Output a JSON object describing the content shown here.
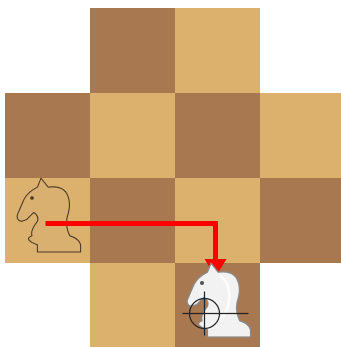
{
  "board": {
    "rows": [
      [
        null,
        "dark",
        "light",
        null
      ],
      [
        "dark",
        "light",
        "dark",
        "light"
      ],
      [
        "light",
        "dark",
        "light",
        "dark"
      ],
      [
        null,
        "light",
        "dark",
        null
      ]
    ],
    "colors": {
      "light": "#dcb06d",
      "dark": "#a87850"
    }
  },
  "pieces": [
    {
      "id": "ghost-knight",
      "type": "knight",
      "color": "ghost",
      "row": 2,
      "col": 0
    },
    {
      "id": "white-knight",
      "type": "knight",
      "color": "white",
      "row": 3,
      "col": 2
    }
  ],
  "move_arrow": {
    "from": {
      "row": 2,
      "col": 0
    },
    "corner": {
      "row": 2,
      "col": 2
    },
    "to": {
      "row": 3,
      "col": 2
    },
    "color": "#ff0000"
  },
  "target_marker": {
    "row": 3,
    "col": 2,
    "icon": "crosshair-icon"
  }
}
